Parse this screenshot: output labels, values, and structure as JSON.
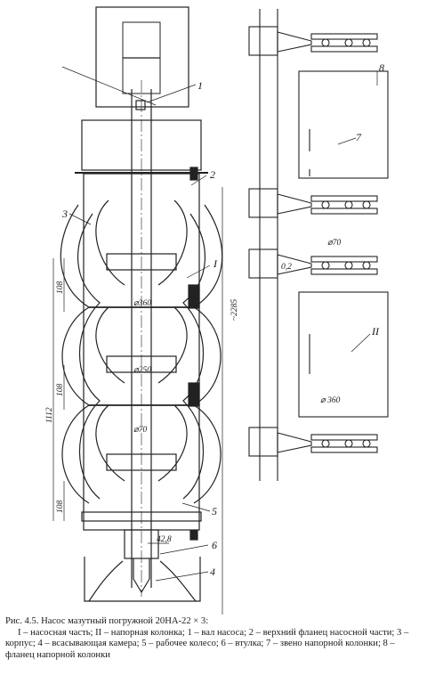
{
  "labels": {
    "l1": "1",
    "l2": "2",
    "l3": "3",
    "l4": "4",
    "l5": "5",
    "l6": "6",
    "l7": "7",
    "l8": "8",
    "lI": "I",
    "lII": "II"
  },
  "dimensions": {
    "d108a": "108",
    "d108b": "108",
    "d108c": "108",
    "d1112": "1112",
    "d2285": "~2285",
    "dia360": "⌀360",
    "dia250": "⌀250",
    "dia70": "⌀70",
    "dim428": "42,8",
    "dia70r": "⌀70",
    "d02": "0,2",
    "dia360r": "⌀ 360"
  },
  "caption": {
    "line1": "Рис. 4.5. Насос мазутный погружной 20НА-22 × 3:",
    "line2": "I – насосная часть; II – напорная колонка; 1 – вал насоса; 2 – верхний фланец насосной части; 3 – корпус; 4 – всасывающая камера; 5 – рабочее колесо; 6 – втулка; 7 – звено напорной колонки; 8 – фланец напорной колонки"
  }
}
